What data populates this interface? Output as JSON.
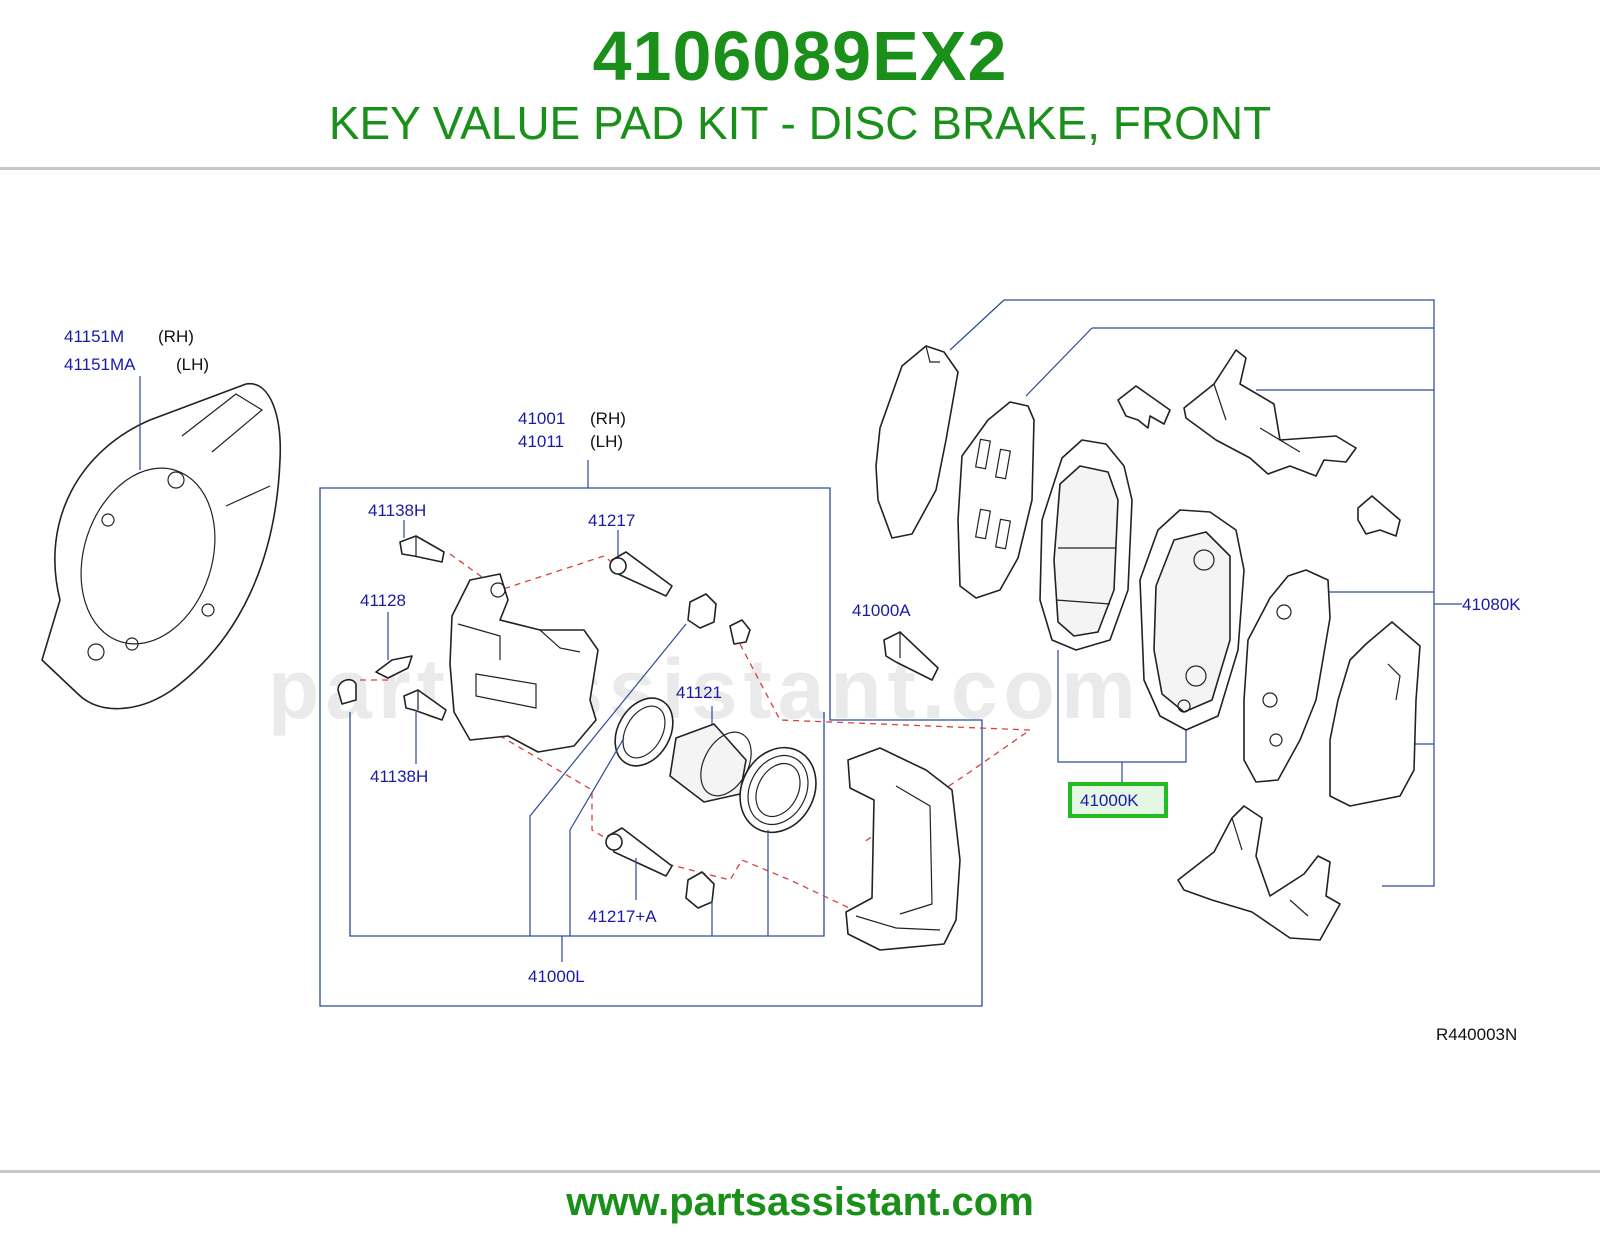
{
  "header": {
    "part_number": "4106089EX2",
    "description": "KEY VALUE PAD KIT - DISC BRAKE, FRONT"
  },
  "diagram": {
    "watermark": "partsassistant.com",
    "reference_code": "R440003N",
    "highlight_color": "#22bb22",
    "labels": {
      "shield_rh_num": "41151M",
      "shield_rh_side": "(RH)",
      "shield_lh_num": "41151MA",
      "shield_lh_side": "(LH)",
      "caliper_rh_num": "41001",
      "caliper_rh_side": "(RH)",
      "caliper_lh_num": "41011",
      "caliper_lh_side": "(LH)",
      "bolt_top": "41138H",
      "pin_top": "41217",
      "bleeder": "41128",
      "bolt_bottom": "41138H",
      "piston": "41121",
      "pin_bottom": "41217+A",
      "seal_kit": "41000L",
      "mount_bolt": "41000A",
      "pad_kit": "41000K",
      "shim_kit": "41080K"
    }
  },
  "footer": {
    "url": "www.partsassistant.com"
  }
}
